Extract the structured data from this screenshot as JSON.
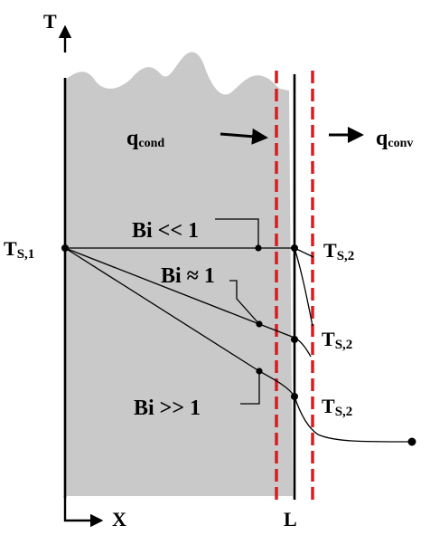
{
  "axes": {
    "vertical_label": "T",
    "horizontal_label": "X",
    "wall_end_label": "L"
  },
  "heat_flux": {
    "conduction": {
      "symbol": "q",
      "subscript": "cond"
    },
    "convection": {
      "symbol": "q",
      "subscript": "conv"
    }
  },
  "surface_temperatures": {
    "left": {
      "symbol": "T",
      "subscript": "S,1"
    },
    "right": [
      {
        "symbol": "T",
        "subscript": "S,2"
      },
      {
        "symbol": "T",
        "subscript": "S,2"
      },
      {
        "symbol": "T",
        "subscript": "S,2"
      }
    ]
  },
  "biot_cases": [
    {
      "label": "Bi << 1"
    },
    {
      "label": "Bi ≈ 1"
    },
    {
      "label": "Bi >> 1"
    }
  ],
  "colors": {
    "wall_fill": "#c9c9c9",
    "boundary_layer_dash": "#e0191c",
    "lines": "#000000"
  }
}
